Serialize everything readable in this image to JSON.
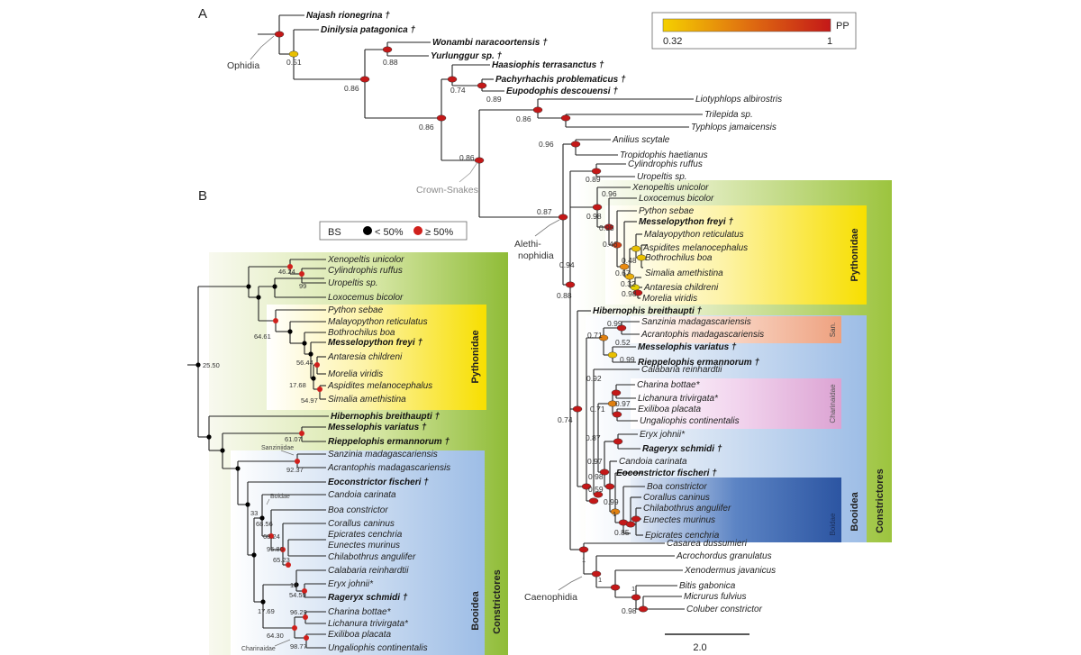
{
  "panels": {
    "a": "A",
    "b": "B"
  },
  "legend_pp": {
    "label": "PP",
    "min": "0.32",
    "max": "1",
    "colors": [
      "#f5d000",
      "#e07010",
      "#c41818"
    ]
  },
  "legend_bs": {
    "label": "BS",
    "lt": "< 50%",
    "ge": "≥ 50%",
    "lt_color": "#000000",
    "ge_color": "#d0201c"
  },
  "scale_bar": "2.0",
  "clades_a": {
    "ophidia": "Ophidia",
    "crown": "Crown-Snakes",
    "aleth1": "Alethi-",
    "aleth2": "nophidia",
    "caeno": "Caenophidia",
    "pythonidae": "Pythonidae",
    "san": "San.",
    "charinaidae": "Charinaidae",
    "boidae": "Boidae",
    "booidea": "Booidea",
    "constrictores": "Constrictores"
  },
  "clades_b": {
    "pythonidae": "Pythonidae",
    "booidea": "Booidea",
    "constrictores": "Constrictores",
    "sanziniidae": "Sanziniidae",
    "boidae": "Boidae",
    "charinaidae": "Charinaidae"
  },
  "taxa_a": [
    {
      "name": "Najash rionegrina †",
      "fossil": true
    },
    {
      "name": "Dinilysia patagonica †",
      "fossil": true
    },
    {
      "name": "Wonambi naracoortensis †",
      "fossil": true
    },
    {
      "name": "Yurlunggur sp. †",
      "fossil": true
    },
    {
      "name": "Haasiophis terrasanctus †",
      "fossil": true
    },
    {
      "name": "Pachyrhachis problematicus †",
      "fossil": true
    },
    {
      "name": "Eupodophis descouensi †",
      "fossil": true
    },
    {
      "name": "Liotyphlops albirostris",
      "fossil": false
    },
    {
      "name": "Trilepida sp.",
      "fossil": false
    },
    {
      "name": "Typhlops jamaicensis",
      "fossil": false
    },
    {
      "name": "Anilius scytale",
      "fossil": false
    },
    {
      "name": "Tropidophis haetianus",
      "fossil": false
    },
    {
      "name": "Cylindrophis ruffus",
      "fossil": false
    },
    {
      "name": "Uropeltis sp.",
      "fossil": false
    },
    {
      "name": "Xenopeltis unicolor",
      "fossil": false
    },
    {
      "name": "Loxocemus bicolor",
      "fossil": false
    },
    {
      "name": "Python sebae",
      "fossil": false
    },
    {
      "name": "Messelopython freyi †",
      "fossil": true
    },
    {
      "name": "Malayopython reticulatus",
      "fossil": false
    },
    {
      "name": "Aspidites melanocephalus",
      "fossil": false
    },
    {
      "name": "Bothrochilus boa",
      "fossil": false
    },
    {
      "name": "Simalia amethistina",
      "fossil": false
    },
    {
      "name": "Antaresia childreni",
      "fossil": false
    },
    {
      "name": "Morelia viridis",
      "fossil": false
    },
    {
      "name": "Hibernophis breithaupti †",
      "fossil": true
    },
    {
      "name": "Sanzinia madagascariensis",
      "fossil": false
    },
    {
      "name": "Acrantophis madagascariensis",
      "fossil": false
    },
    {
      "name": "Messelophis variatus †",
      "fossil": true
    },
    {
      "name": "Rieppelophis ermannorum †",
      "fossil": true
    },
    {
      "name": "Calabaria reinhardtii",
      "fossil": false
    },
    {
      "name": "Charina bottae*",
      "fossil": false
    },
    {
      "name": "Lichanura trivirgata*",
      "fossil": false
    },
    {
      "name": "Exiliboa placata",
      "fossil": false
    },
    {
      "name": "Ungaliophis continentalis",
      "fossil": false
    },
    {
      "name": "Eryx johnii*",
      "fossil": false
    },
    {
      "name": "Rageryx schmidi †",
      "fossil": true
    },
    {
      "name": "Candoia carinata",
      "fossil": false
    },
    {
      "name": "Eoconstrictor fischeri †",
      "fossil": true
    },
    {
      "name": "Boa constrictor",
      "fossil": false
    },
    {
      "name": "Corallus caninus",
      "fossil": false
    },
    {
      "name": "Chilabothrus angulifer",
      "fossil": false
    },
    {
      "name": "Eunectes murinus",
      "fossil": false
    },
    {
      "name": "Epicrates cenchria",
      "fossil": false
    },
    {
      "name": "Casarea dussumieri",
      "fossil": false
    },
    {
      "name": "Acrochordus granulatus",
      "fossil": false
    },
    {
      "name": "Xenodermus javanicus",
      "fossil": false
    },
    {
      "name": "Bitis gabonica",
      "fossil": false
    },
    {
      "name": "Micrurus fulvius",
      "fossil": false
    },
    {
      "name": "Coluber constrictor",
      "fossil": false
    }
  ],
  "support_a": [
    "0.51",
    "0.88",
    "0.86",
    "0.74",
    "0.89",
    "0.86",
    "0.86",
    "0.87",
    "0.86",
    "0.96",
    "0.89",
    "0.96",
    "0.98",
    "0.95",
    "0.46",
    "0.48",
    "0.67",
    "0.32",
    "0.98",
    "0.94",
    "0.88",
    "0.99",
    "0.71",
    "0.52",
    "0.99",
    "0.92",
    "0.71",
    "0.97",
    "0.87",
    "0.97",
    "0.98",
    "0.59",
    "0.99",
    "0.85",
    "0.74",
    "1",
    "1",
    "1",
    "1",
    "0.98"
  ],
  "taxa_b": [
    {
      "name": "Xenopeltis unicolor",
      "fossil": false
    },
    {
      "name": "Cylindrophis ruffus",
      "fossil": false
    },
    {
      "name": "Uropeltis sp.",
      "fossil": false
    },
    {
      "name": "Loxocemus bicolor",
      "fossil": false
    },
    {
      "name": "Python sebae",
      "fossil": false
    },
    {
      "name": "Malayopython reticulatus",
      "fossil": false
    },
    {
      "name": "Bothrochilus boa",
      "fossil": false
    },
    {
      "name": "Messelopython freyi †",
      "fossil": true
    },
    {
      "name": "Antaresia childreni",
      "fossil": false
    },
    {
      "name": "Morelia viridis",
      "fossil": false
    },
    {
      "name": "Aspidites melanocephalus",
      "fossil": false
    },
    {
      "name": "Simalia amethistina",
      "fossil": false
    },
    {
      "name": "Hibernophis breithaupti †",
      "fossil": true
    },
    {
      "name": "Messelophis variatus †",
      "fossil": true
    },
    {
      "name": "Rieppelophis ermannorum †",
      "fossil": true
    },
    {
      "name": "Sanzinia madagascariensis",
      "fossil": false
    },
    {
      "name": "Acrantophis madagascariensis",
      "fossil": false
    },
    {
      "name": "Eoconstrictor fischeri †",
      "fossil": true
    },
    {
      "name": "Candoia carinata",
      "fossil": false
    },
    {
      "name": "Boa constrictor",
      "fossil": false
    },
    {
      "name": "Corallus caninus",
      "fossil": false
    },
    {
      "name": "Epicrates cenchria",
      "fossil": false
    },
    {
      "name": "Eunectes murinus",
      "fossil": false
    },
    {
      "name": "Chilabothrus angulifer",
      "fossil": false
    },
    {
      "name": "Calabaria reinhardtii",
      "fossil": false
    },
    {
      "name": "Eryx johnii*",
      "fossil": false
    },
    {
      "name": "Rageryx schmidi †",
      "fossil": true
    },
    {
      "name": "Charina bottae*",
      "fossil": false
    },
    {
      "name": "Lichanura trivirgata*",
      "fossil": false
    },
    {
      "name": "Exiliboa placata",
      "fossil": false
    },
    {
      "name": "Ungaliophis continentalis",
      "fossil": false
    }
  ],
  "support_b": [
    "46.24",
    "99",
    "64.61",
    "56.44",
    "17.68",
    "54.97",
    "25.50",
    "61.07",
    "92.37",
    "33",
    "68.56",
    "68.24",
    "96.80",
    "65.23",
    "18",
    "54.59",
    "17.69",
    "96.29",
    "64.30",
    "98.77"
  ]
}
